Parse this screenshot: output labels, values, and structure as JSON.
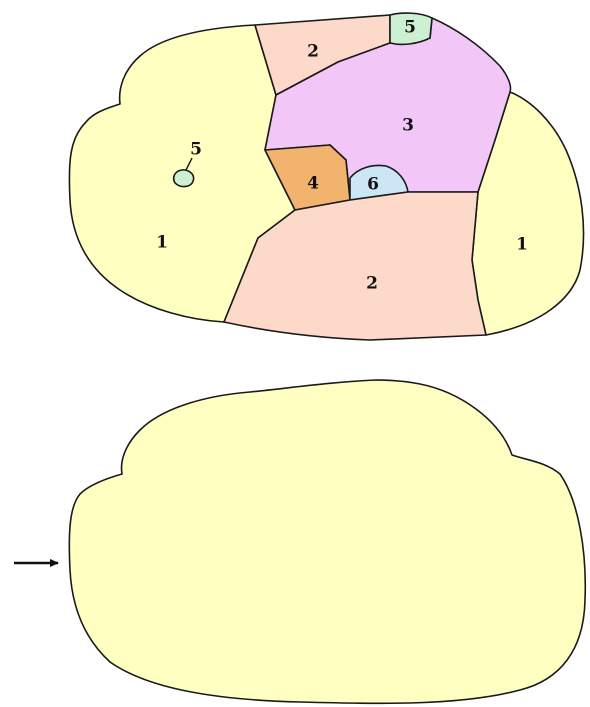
{
  "colors": {
    "region_1": "#FFFFC2",
    "region_2": "#FCD9C8",
    "region_3": "#F2C7F8",
    "region_4": "#F2B36E",
    "region_5": "#CDEFD2",
    "region_6": "#CCE6F5",
    "outline": "#1a1a1a"
  },
  "top_map": {
    "labels": {
      "region_1_left": "1",
      "region_1_right": "1",
      "region_2_top": "2",
      "region_2_bottom": "2",
      "region_3": "3",
      "region_4": "4",
      "region_5_top": "5",
      "region_5_small": "5",
      "region_6": "6"
    }
  },
  "bottom_map": {
    "arrow_icon": "right-arrow-icon"
  }
}
